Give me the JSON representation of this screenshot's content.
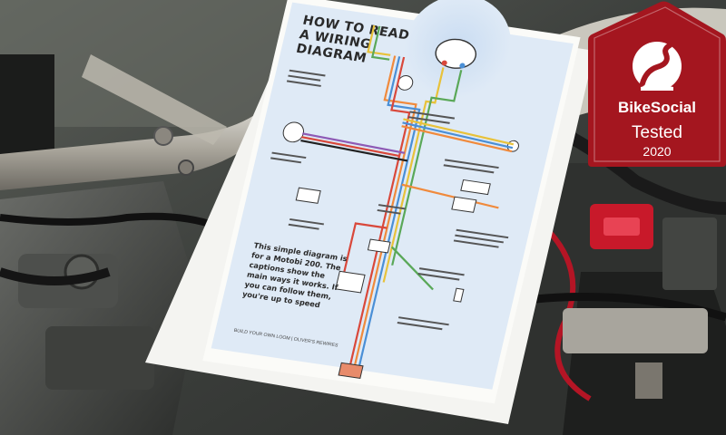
{
  "document": {
    "title_lines": [
      "HOW TO READ",
      "A WIRING",
      "DIAGRAM"
    ],
    "caption_lines": [
      "This simple diagram is",
      "for a Motobi 200. The",
      "captions show the",
      "main ways it works. If",
      "you can follow them,",
      "you're up to speed"
    ],
    "footer": "BUILD YOUR OWN LOOM | OLIVER'S REWIRES"
  },
  "badge": {
    "brand": "BikeSocial",
    "status": "Tested",
    "year": "2020",
    "color": "#a4161f"
  },
  "colors": {
    "wire_orange": "#f08a3c",
    "wire_blue": "#4a8fd6",
    "wire_red": "#d9483b",
    "wire_yellow": "#e8c23a",
    "wire_green": "#5aa858",
    "wire_purple": "#8e5ab5",
    "paper_tint": "#dfeaf6"
  }
}
